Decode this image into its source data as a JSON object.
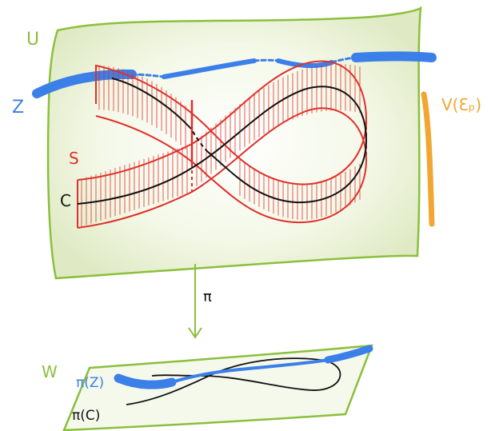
{
  "labels": {
    "U": "U",
    "Z": "Z",
    "S": "S",
    "C": "C",
    "V": "V(Ɛₚ)",
    "pi": "π",
    "W": "W",
    "piZ": "π(Z)",
    "piC": "π(C)"
  },
  "colors": {
    "sheet_fill": "#eef3dc",
    "sheet_stroke": "#8bbf3c",
    "band": "#e0302a",
    "curve_blue": "#3b7fe8",
    "curve_black": "#111111",
    "curve_orange": "#f0a630",
    "arrow": "#8bbf3c",
    "label_green": "#8bbf3c",
    "label_blue": "#3b7fe8",
    "label_red": "#e0302a"
  }
}
